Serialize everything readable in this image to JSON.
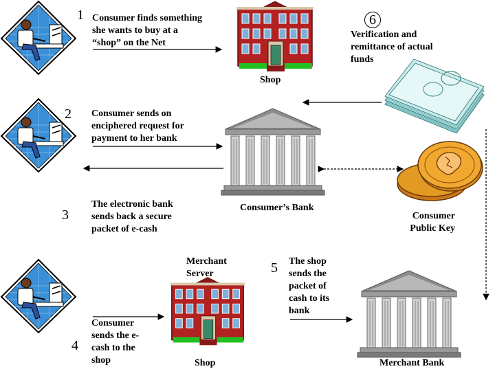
{
  "steps": [
    {
      "number": "1",
      "text": "Consumer finds something she wants to buy at a “shop” on the Net"
    },
    {
      "number": "2",
      "text": "Consumer sends on enciphered request for payment to her bank"
    },
    {
      "number": "3",
      "text": "The electronic bank sends back a secure packet of e-cash"
    },
    {
      "number": "4",
      "text": "Consumer sends the e-cash to the shop"
    },
    {
      "number": "5",
      "text": "The shop sends the packet of cash to its bank"
    },
    {
      "number": "6",
      "text": "Verification and remittance of actual funds"
    }
  ],
  "labels": {
    "shop_top": "Shop",
    "consumers_bank": "Consumer’s Bank",
    "consumer_public_key": "Consumer Public Key",
    "merchant_server": "Merchant Server",
    "shop_bottom": "Shop",
    "merchant_bank": "Merchant Bank"
  },
  "colors": {
    "building_red": "#b22222",
    "window_blue": "#7fb0d8",
    "bank_gray": "#9a9a9a",
    "coin_gold": "#e39a22",
    "money_teal": "#bfe3e3",
    "tile_blue": "#2f8fd8"
  }
}
